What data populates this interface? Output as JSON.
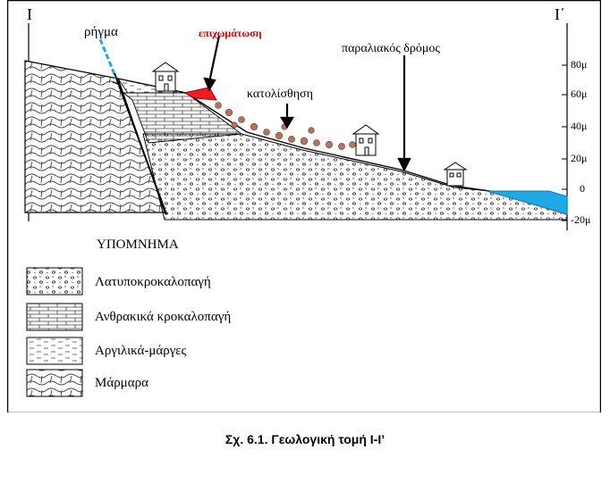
{
  "section": {
    "label_left": "I",
    "label_right": "I΄",
    "annotations": {
      "fault": "ρήγμα",
      "backfill": "επιχωμάτωση",
      "landslide": "κατολίσθηση",
      "coastal_road": "παραλιακός δρόμος"
    },
    "scale_ticks": [
      "80μ",
      "60μ",
      "40μ",
      "20μ",
      "0",
      "-20μ"
    ],
    "colors": {
      "water": "#1ea8e6",
      "backfill": "#ee1c24",
      "landslide_debris": "#b0755a"
    }
  },
  "legend": {
    "title": "ΥΠΟΜΝΗΜΑ",
    "items": [
      {
        "label": "Λατυποκροκαλοπαγή",
        "pattern": "conglomerate-dots"
      },
      {
        "label": "Ανθρακικά κροκαλοπαγή",
        "pattern": "carbonate-bricks"
      },
      {
        "label": "Αργιλικά-μάργες",
        "pattern": "clay-dashes"
      },
      {
        "label": "Μάρμαρα",
        "pattern": "marble-waves"
      }
    ]
  },
  "caption": "Σχ. 6.1. Γεωλογική τομή Ι-Ι’"
}
